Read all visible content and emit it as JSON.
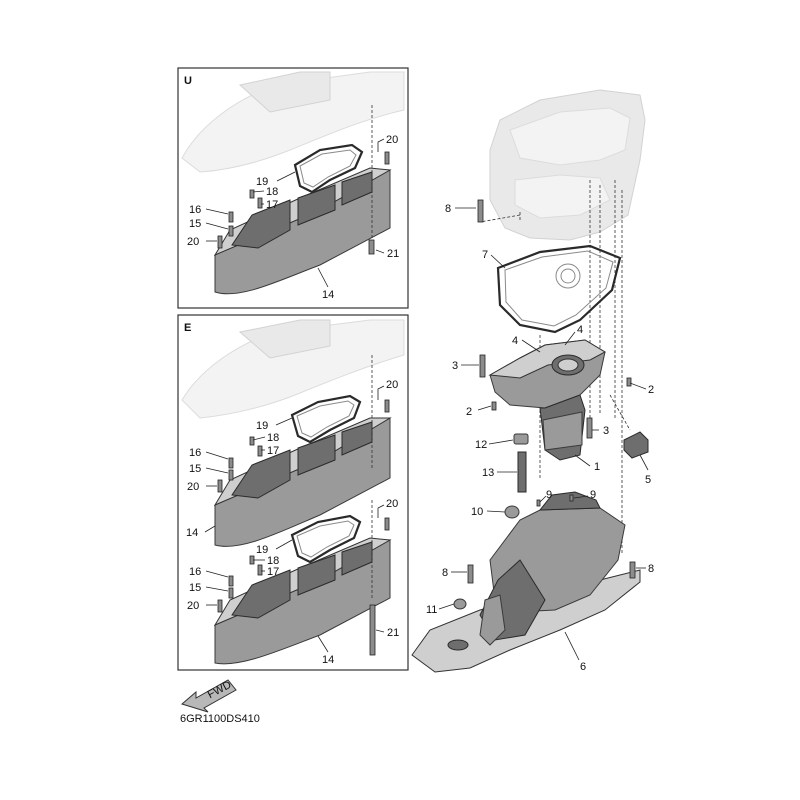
{
  "panels": [
    {
      "letter": "U"
    },
    {
      "letter": "E"
    }
  ],
  "callouts": {
    "n1": "1",
    "n2": "2",
    "n3": "3",
    "n4": "4",
    "n5": "5",
    "n6": "6",
    "n7": "7",
    "n8": "8",
    "n9": "9",
    "n10": "10",
    "n11": "11",
    "n12": "12",
    "n13": "13",
    "n14": "14",
    "n15": "15",
    "n16": "16",
    "n17": "17",
    "n18": "18",
    "n19": "19",
    "n20": "20",
    "n21": "21"
  },
  "fwd_label": "FWD",
  "diagram_code": "6GR1100DS410",
  "icons": [
    "fwd-arrow-icon"
  ]
}
